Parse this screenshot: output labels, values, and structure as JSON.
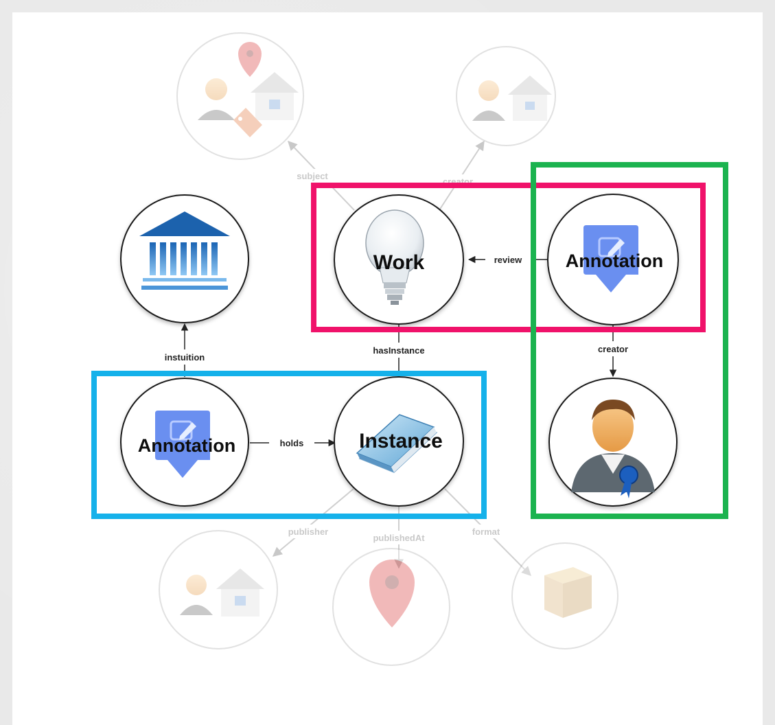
{
  "nodes": {
    "work": {
      "label": "Work",
      "icon": "lightbulb-icon"
    },
    "annotation_review": {
      "label": "Annotation",
      "icon": "annotation-icon"
    },
    "annotation_holds": {
      "label": "Annotation",
      "icon": "annotation-icon"
    },
    "instance": {
      "label": "Instance",
      "icon": "book-icon"
    },
    "institution": {
      "icon": "institution-building-icon"
    },
    "creator_person": {
      "icon": "person-with-ribbon-icon"
    },
    "subject_faded": {
      "icon": "person-place-tag-icon"
    },
    "creator_faded": {
      "icon": "person-place-icon"
    },
    "publisher_faded": {
      "icon": "person-place-icon"
    },
    "place_faded": {
      "icon": "map-pin-icon"
    },
    "format_faded": {
      "icon": "box-icon"
    }
  },
  "edges": {
    "subject": "subject",
    "creator_top": "creator",
    "review": "review",
    "instuition": "instuition",
    "hasinstance": "hasInstance",
    "creator": "creator",
    "holds": "holds",
    "publisher": "publisher",
    "publishedAt": "publishedAt",
    "format": "format"
  },
  "highlights": {
    "pink": "#f0126a",
    "green": "#1bb34f",
    "blue": "#15b1ea"
  }
}
